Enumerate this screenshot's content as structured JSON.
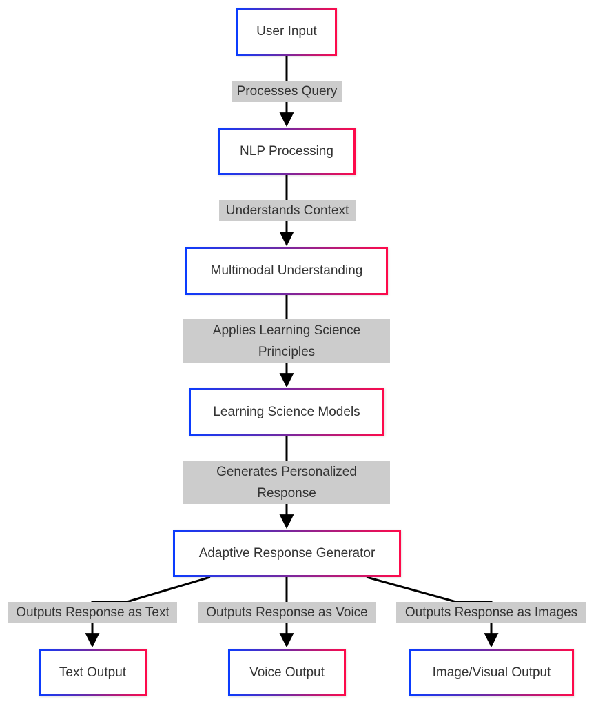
{
  "diagram": {
    "nodes": [
      {
        "id": "user_input",
        "label": "User Input"
      },
      {
        "id": "nlp",
        "label": "NLP Processing"
      },
      {
        "id": "multimodal",
        "label": "Multimodal Understanding"
      },
      {
        "id": "lsm",
        "label": "Learning Science Models"
      },
      {
        "id": "arg",
        "label": "Adaptive Response Generator"
      },
      {
        "id": "text_out",
        "label": "Text Output"
      },
      {
        "id": "voice_out",
        "label": "Voice Output"
      },
      {
        "id": "image_out",
        "label": "Image/Visual Output"
      }
    ],
    "edges": [
      {
        "from": "user_input",
        "to": "nlp",
        "label": "Processes Query"
      },
      {
        "from": "nlp",
        "to": "multimodal",
        "label": "Understands Context"
      },
      {
        "from": "multimodal",
        "to": "lsm",
        "label": "Applies Learning Science Principles"
      },
      {
        "from": "lsm",
        "to": "arg",
        "label": "Generates Personalized Response"
      },
      {
        "from": "arg",
        "to": "text_out",
        "label": "Outputs Response as Text"
      },
      {
        "from": "arg",
        "to": "voice_out",
        "label": "Outputs Response as Voice"
      },
      {
        "from": "arg",
        "to": "image_out",
        "label": "Outputs Response as Images"
      }
    ],
    "colors": {
      "border_gradient_start": "#0a3cff",
      "border_gradient_end": "#ff0a4a",
      "edge_label_bg": "#cccccc",
      "edge_color": "#000000",
      "text": "#333333"
    }
  }
}
